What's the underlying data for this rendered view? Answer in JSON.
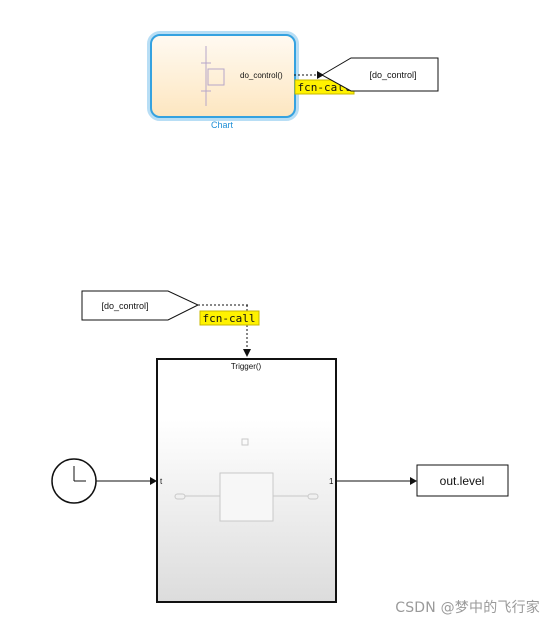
{
  "chart_block": {
    "name": "Chart",
    "output_port_label": "do_control()",
    "signal_type_badge": "fcn-call"
  },
  "goto_block": {
    "tag": "[do_control]"
  },
  "from_block": {
    "tag": "[do_control]",
    "signal_type_badge": "fcn-call"
  },
  "subsystem_block": {
    "trigger_label": "Trigger()",
    "input_port_label": "t",
    "output_port_label": "1"
  },
  "outport_block": {
    "label": "out.level"
  },
  "watermark": {
    "text": "CSDN @梦中的飞行家"
  },
  "colors": {
    "chart_border": "#35a2e0",
    "chart_fill_top": "#fffaf2",
    "chart_fill_bottom": "#fde8c5",
    "badge_fill": "#fff200",
    "badge_border": "#c9b800",
    "block_border": "#111111",
    "subsystem_fill_bottom": "#dcdcdc"
  }
}
